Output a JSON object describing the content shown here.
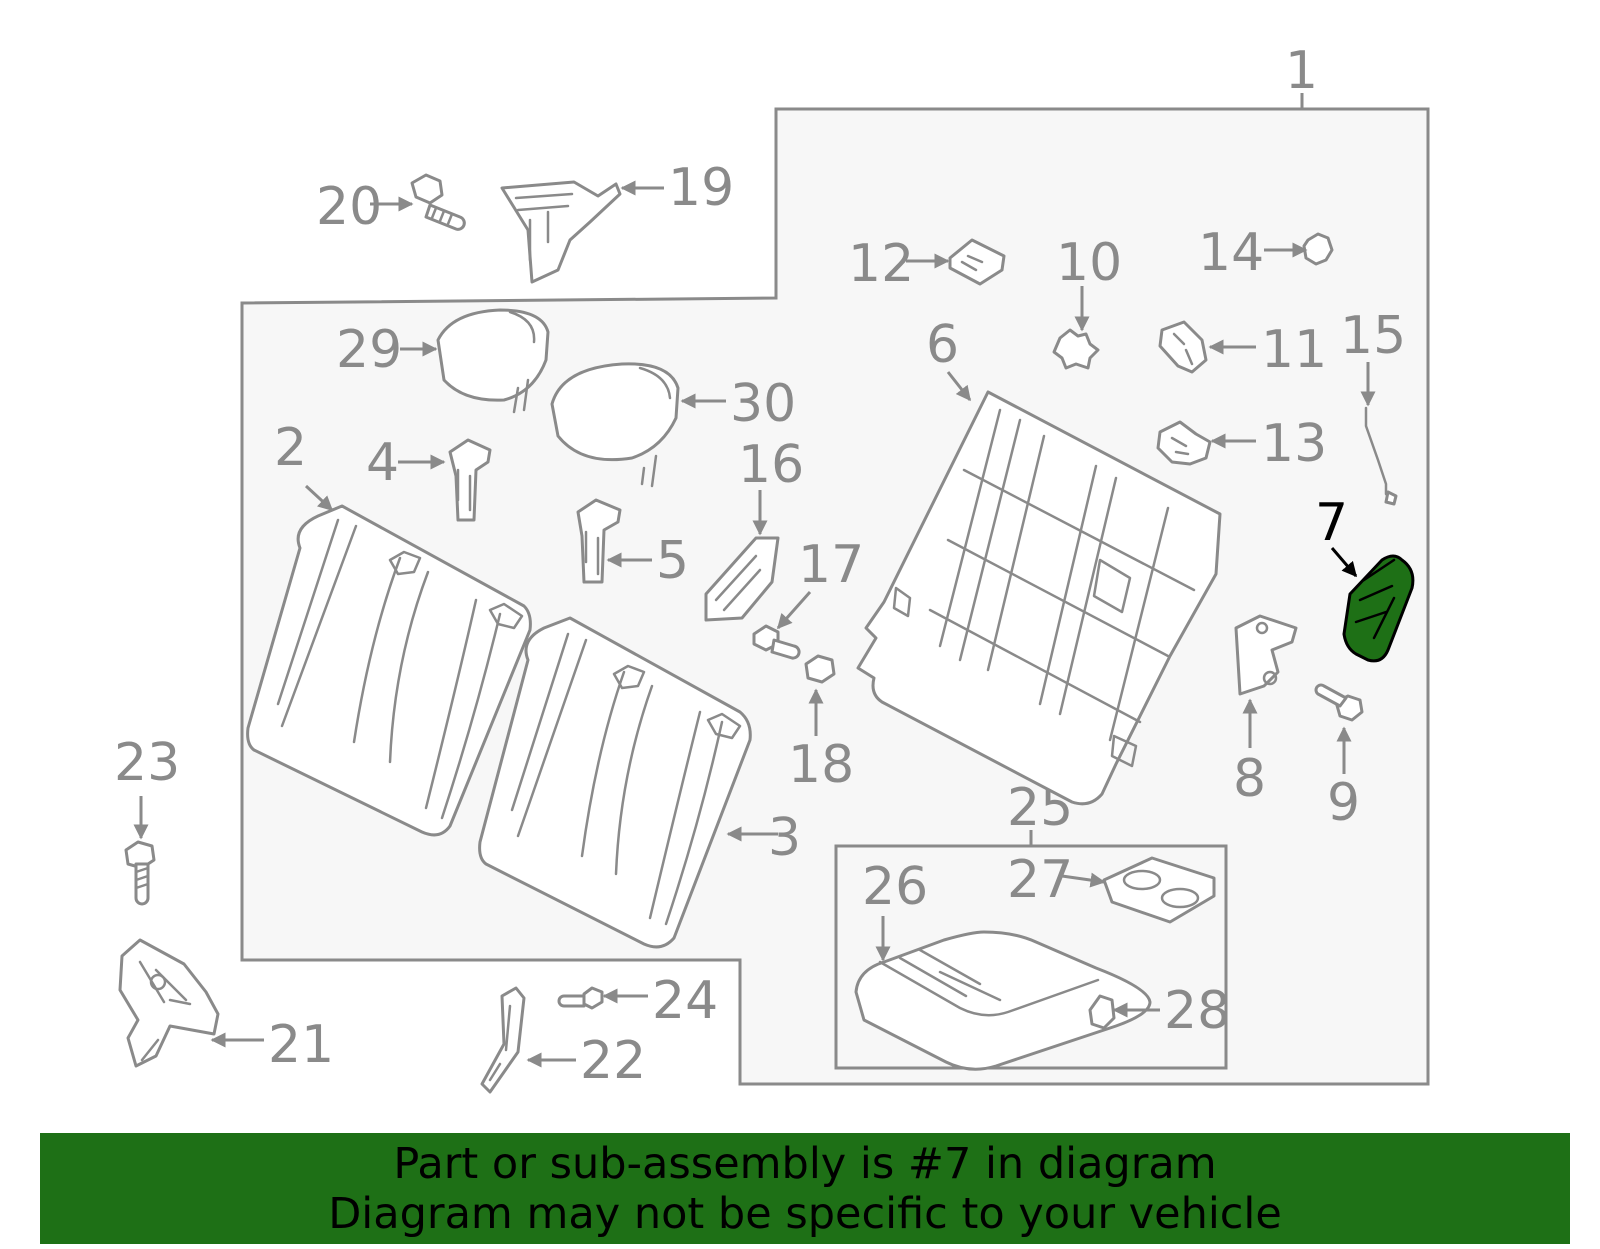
{
  "diagram": {
    "highlighted_callout": "7",
    "highlight_color": "#1e7016",
    "line_color": "#8a8a8a",
    "callouts": {
      "c1": "1",
      "c2": "2",
      "c3": "3",
      "c4": "4",
      "c5": "5",
      "c6": "6",
      "c7": "7",
      "c8": "8",
      "c9": "9",
      "c10": "10",
      "c11": "11",
      "c12": "12",
      "c13": "13",
      "c14": "14",
      "c15": "15",
      "c16": "16",
      "c17": "17",
      "c18": "18",
      "c19": "19",
      "c20": "20",
      "c21": "21",
      "c22": "22",
      "c23": "23",
      "c24": "24",
      "c25": "25",
      "c26": "26",
      "c27": "27",
      "c28": "28",
      "c29": "29",
      "c30": "30"
    }
  },
  "banner": {
    "line1": "Part or sub-assembly is #7 in diagram",
    "line2": "Diagram may not be specific to your vehicle",
    "background": "#1e7016"
  }
}
